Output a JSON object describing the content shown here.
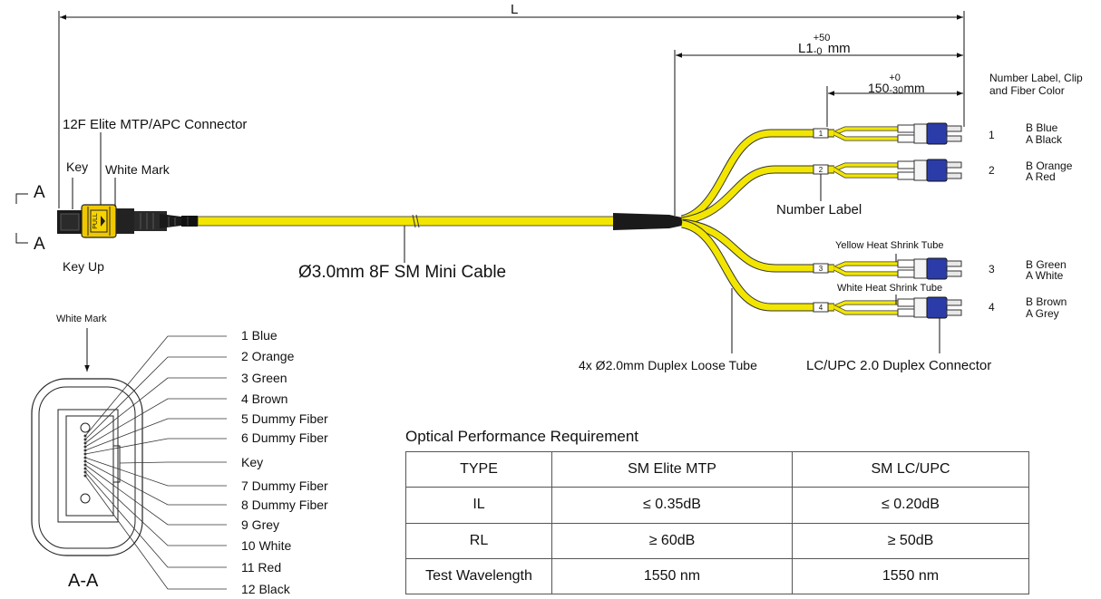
{
  "dimensions": {
    "L": "L",
    "L1": "L1",
    "L1_sup": "+50",
    "L1_sub": "-0",
    "L1_unit": "mm",
    "d150": "150",
    "d150_sup": "+0",
    "d150_sub": "-30",
    "d150_unit": "mm"
  },
  "connector": {
    "title": "12F Elite MTP/APC Connector",
    "key": "Key",
    "white_mark": "White Mark",
    "key_up": "Key Up",
    "section_top": "A",
    "section_bottom": "A",
    "pull_text": "PULL"
  },
  "cable": {
    "label": "Ø3.0mm 8F SM Mini Cable",
    "loose_tube": "4x Ø2.0mm Duplex Loose Tube",
    "lc_connector": "LC/UPC  2.0 Duplex Connector",
    "number_label": "Number Label",
    "yellow_tube": "Yellow Heat Shrink Tube",
    "white_tube": "White Heat Shrink Tube",
    "header_line1": "Number Label, Clip",
    "header_line2": "and Fiber Color"
  },
  "legs": [
    {
      "num": "1",
      "b": "B Blue",
      "a": "A Black"
    },
    {
      "num": "2",
      "b": "B  Orange",
      "a": "A  Red"
    },
    {
      "num": "3",
      "b": "B  Green",
      "a": "A  White"
    },
    {
      "num": "4",
      "b": "B  Brown",
      "a": "A  Grey"
    }
  ],
  "section_view": {
    "white_mark": "White Mark",
    "title": "A-A",
    "fibers": [
      "1 Blue",
      "2 Orange",
      "3 Green",
      "4 Brown",
      "5 Dummy Fiber",
      "6 Dummy Fiber",
      "Key",
      "7 Dummy Fiber",
      "8 Dummy Fiber",
      "9 Grey",
      "10 White",
      "11 Red",
      "12 Black"
    ]
  },
  "performance": {
    "title": "Optical Performance Requirement",
    "headers": [
      "TYPE",
      "SM Elite MTP",
      "SM LC/UPC"
    ],
    "rows": [
      [
        "IL",
        "≤ 0.35dB",
        "≤ 0.20dB"
      ],
      [
        "RL",
        "≥ 60dB",
        "≥ 50dB"
      ],
      [
        "Test Wavelength",
        "1550 nm",
        "1550 nm"
      ]
    ]
  },
  "colors": {
    "cable_yellow": "#f2e600",
    "connector_yellow": "#f0c800",
    "lc_blue": "#2b3ca8",
    "boot_black": "#1a1a1a"
  }
}
